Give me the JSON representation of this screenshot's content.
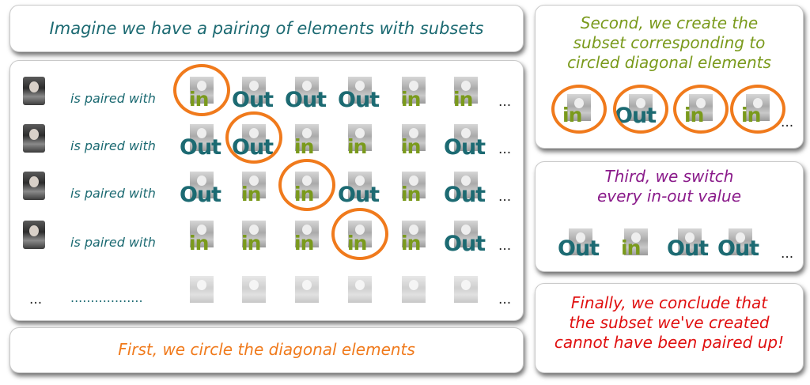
{
  "top_panel": {
    "text": "Imagine we have a pairing of elements with subsets"
  },
  "grid": {
    "rows": [
      {
        "label": "is paired with",
        "values": [
          "in",
          "Out",
          "Out",
          "Out",
          "in",
          "in"
        ]
      },
      {
        "label": "is paired with",
        "values": [
          "Out",
          "Out",
          "in",
          "in",
          "in",
          "Out"
        ]
      },
      {
        "label": "is paired with",
        "values": [
          "Out",
          "in",
          "in",
          "Out",
          "in",
          "Out"
        ]
      },
      {
        "label": "is paired with",
        "values": [
          "in",
          "in",
          "in",
          "in",
          "in",
          "Out"
        ]
      }
    ],
    "last_row": {
      "label": "..................",
      "left_ellipsis": "..."
    },
    "ellipsis": "...",
    "circled_diagonal": [
      0,
      1,
      2,
      3
    ]
  },
  "bottom_left_panel": {
    "text": "First, we circle the diagonal elements"
  },
  "second_panel": {
    "text_line1": "Second, we create the",
    "text_line2": "subset corresponding to",
    "text_line3": "circled diagonal elements",
    "values": [
      "in",
      "Out",
      "in",
      "in"
    ],
    "ellipsis": "..."
  },
  "third_panel": {
    "text_line1": "Third, we switch",
    "text_line2": "every in-out value",
    "values": [
      "Out",
      "in",
      "Out",
      "Out"
    ],
    "ellipsis": "..."
  },
  "final_panel": {
    "text_line1": "Finally, we conclude that",
    "text_line2": "the subset we've created",
    "text_line3": "cannot have been paired up!"
  },
  "colors": {
    "teal": "#1c6a72",
    "green": "#7a9a1c",
    "orange": "#f07a1c",
    "purple": "#8a1a8a",
    "red": "#e01010"
  }
}
